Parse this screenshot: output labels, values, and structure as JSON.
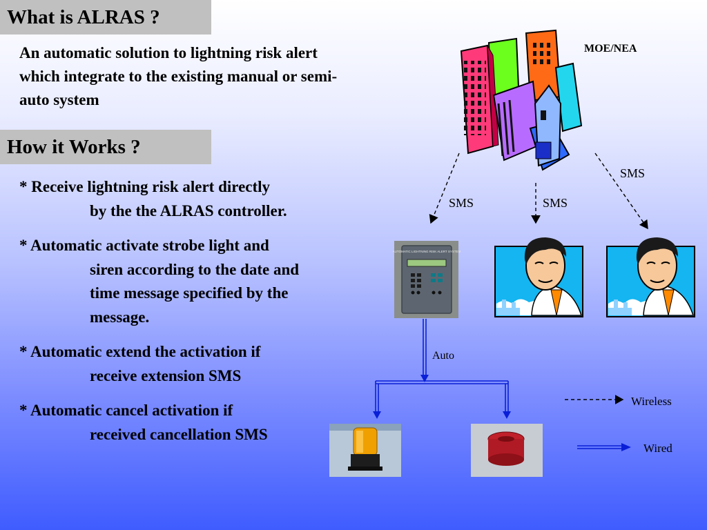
{
  "section1": {
    "title": "What is ALRAS ?",
    "description": "An automatic solution to lightning risk alert which integrate to the existing manual or semi-auto system"
  },
  "section2": {
    "title": "How it Works ?",
    "bullets": [
      {
        "first": "* Receive lightning risk alert directly",
        "rest": "by the the ALRAS controller."
      },
      {
        "first": "* Automatic activate strobe light and",
        "rest": "siren according to the date and\ntime message specified by the\nmessage."
      },
      {
        "first": "* Automatic extend the activation if",
        "rest": "receive extension SMS"
      },
      {
        "first": "* Automatic cancel activation if",
        "rest": "received cancellation SMS"
      }
    ]
  },
  "diagram": {
    "source_label": "MOE/NEA",
    "sms_label_left": "SMS",
    "sms_label_mid": "SMS",
    "sms_label_right": "SMS",
    "controller_text": "AUTOMATIC LIGHTNING RISK ALERT SYSTEM",
    "auto_label": "Auto",
    "legend_wireless": "Wireless",
    "legend_wired": "Wired"
  }
}
